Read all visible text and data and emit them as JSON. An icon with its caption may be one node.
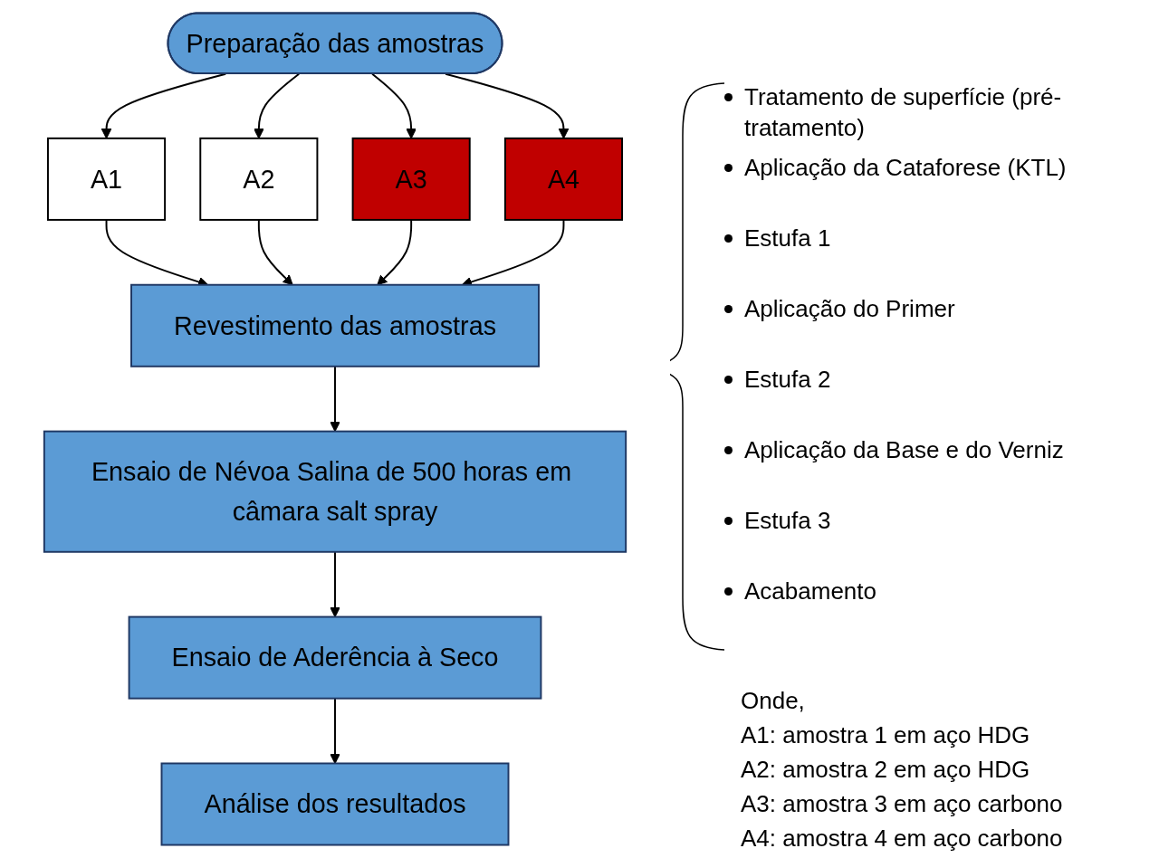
{
  "diagram": {
    "nodes": [
      {
        "text": [
          "Preparação das amostras"
        ]
      },
      {
        "text": [
          "A1"
        ]
      },
      {
        "text": [
          "A2"
        ]
      },
      {
        "text": [
          "A3"
        ]
      },
      {
        "text": [
          "A4"
        ]
      },
      {
        "text": [
          "Revestimento das amostras"
        ]
      },
      {
        "text": [
          "Ensaio de Névoa Salina de 500 horas em câmara salt spray"
        ]
      },
      {
        "text": [
          "Ensaio de Aderência à Seco"
        ]
      },
      {
        "text": [
          "Análise dos resultados"
        ]
      }
    ],
    "edges": [
      {
        "from": 0,
        "to": 1,
        "arrow": "to"
      },
      {
        "from": 0,
        "to": 2,
        "arrow": "to"
      },
      {
        "from": 0,
        "to": 3,
        "arrow": "to"
      },
      {
        "from": 0,
        "to": 4,
        "arrow": "to"
      },
      {
        "from": 1,
        "to": 5,
        "arrow": "to"
      },
      {
        "from": 2,
        "to": 5,
        "arrow": "to"
      },
      {
        "from": 3,
        "to": 5,
        "arrow": "to"
      },
      {
        "from": 4,
        "to": 5,
        "arrow": "to"
      },
      {
        "from": 5,
        "to": 6,
        "arrow": "to"
      },
      {
        "from": 6,
        "to": 7,
        "arrow": "to"
      },
      {
        "from": 7,
        "to": 8,
        "arrow": "to"
      }
    ],
    "labels": [
      "Tratamento de superfície (pré-tratamento)",
      "Aplicação da Cataforese (KTL)",
      "Estufa 1",
      "Aplicação do Primer",
      "Estufa 2",
      "Aplicação da Base e do Verniz",
      "Estufa 3",
      "Acabamento",
      "Onde,",
      "A1: amostra 1 em aço HDG",
      "A2: amostra 2 em aço HDG",
      "A3: amostra 3 em aço carbono",
      "A4: amostra 4 em aço carbono"
    ]
  }
}
